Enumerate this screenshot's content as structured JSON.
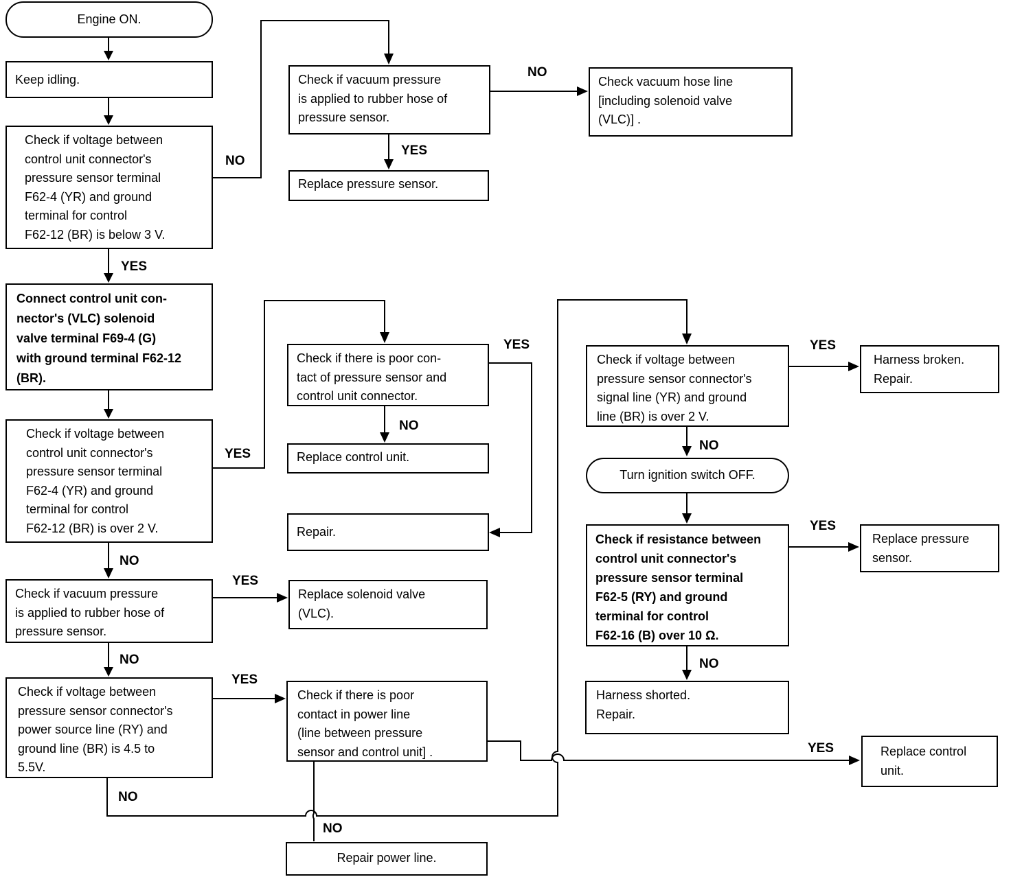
{
  "nodes": {
    "engine_on": "Engine ON.",
    "keep_idling": "Keep idling.",
    "check_voltage_below": [
      "Check if voltage between",
      "control unit connector's",
      "pressure sensor terminal",
      "F62-4 (YR) and ground",
      "terminal for control",
      "F62-12 (BR) is below 3 V."
    ],
    "check_vacuum_top": [
      "Check if vacuum pressure",
      "is applied to rubber hose of",
      "pressure sensor."
    ],
    "check_hose_line": [
      "Check vacuum hose line",
      "[including solenoid valve",
      "(VLC)] ."
    ],
    "replace_sensor_top": "Replace pressure sensor.",
    "connect_vlc": [
      "Connect control unit con-",
      "nector's (VLC) solenoid",
      "valve terminal F69-4 (G)",
      "with ground terminal F62-12",
      "(BR)."
    ],
    "check_voltage_over": [
      "Check if voltage between",
      "control unit connector's",
      "pressure sensor terminal",
      "F62-4 (YR) and ground",
      "terminal for control",
      "F62-12 (BR) is over 2 V."
    ],
    "check_poor_contact": [
      "Check if there is poor con-",
      "tact of pressure sensor and",
      "control unit connector."
    ],
    "replace_control_unit_mid": "Replace control unit.",
    "repair": "Repair.",
    "check_vacuum_mid": [
      "Check if vacuum pressure",
      "is applied to rubber hose of",
      "pressure sensor."
    ],
    "replace_solenoid": [
      "Replace solenoid valve",
      "(VLC)."
    ],
    "check_power_source": [
      "Check if voltage between",
      "pressure sensor connector's",
      "power source line (RY) and",
      "ground line (BR) is 4.5 to",
      "5.5V."
    ],
    "check_power_contact": [
      "Check if there is poor",
      "contact in power line",
      "(line between pressure",
      "sensor and control unit] ."
    ],
    "repair_power_line": "Repair power line.",
    "check_signal_line": [
      "Check if voltage between",
      "pressure sensor connector's",
      "signal line (YR) and ground",
      "line (BR) is over 2 V."
    ],
    "harness_broken": [
      "Harness broken.",
      "Repair."
    ],
    "turn_ignition_off": "Turn ignition switch OFF.",
    "check_resistance": [
      "Check if resistance between",
      "control unit connector's",
      "pressure sensor terminal",
      "F62-5 (RY) and ground",
      "terminal for control",
      "F62-16 (B) over 10 Ω."
    ],
    "replace_sensor_right": [
      "Replace pressure",
      "sensor."
    ],
    "harness_shorted": [
      "Harness shorted.",
      "Repair."
    ],
    "replace_control_unit_bottom": [
      "Replace control",
      "unit."
    ]
  },
  "branch_labels": {
    "no_to_vacuum_top": "NO",
    "no_to_hose_line": "NO",
    "yes_replace_sensor_top": "YES",
    "yes_to_connect": "YES",
    "yes_to_poor_contact": "YES",
    "yes_to_repair": "YES",
    "no_replace_control_unit": "NO",
    "no_to_vacuum_mid": "NO",
    "yes_replace_solenoid": "YES",
    "no_to_power_source": "NO",
    "yes_to_power_contact": "YES",
    "no_power_source_to_signal": "NO",
    "no_repair_power_line": "NO",
    "yes_harness_broken": "YES",
    "no_to_ignition_off": "NO",
    "yes_replace_sensor_right": "YES",
    "no_harness_shorted": "NO",
    "yes_replace_control_unit": "YES"
  }
}
